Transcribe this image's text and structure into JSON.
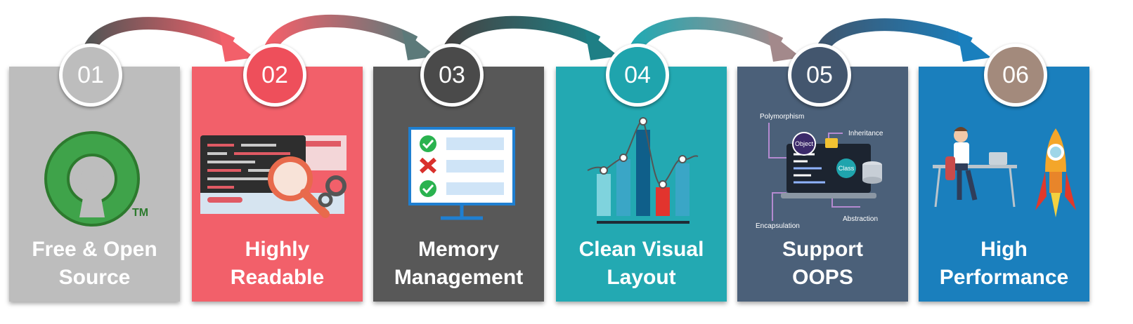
{
  "steps": [
    {
      "number": "01",
      "title_line1": "Free & Open",
      "title_line2": "Source",
      "card_color": "#bdbdbd",
      "badge_color": "#bdbdbd",
      "icon": "open-source-logo-icon",
      "tm": "TM"
    },
    {
      "number": "02",
      "title_line1": "Highly",
      "title_line2": "Readable",
      "card_color": "#f2606a",
      "badge_color": "#ee4f5b",
      "icon": "code-magnifier-icon"
    },
    {
      "number": "03",
      "title_line1": "Memory",
      "title_line2": "Management",
      "card_color": "#585858",
      "badge_color": "#4a4a4a",
      "icon": "monitor-checklist-icon"
    },
    {
      "number": "04",
      "title_line1": "Clean Visual",
      "title_line2": "Layout",
      "card_color": "#23a9b2",
      "badge_color": "#1fa4ad",
      "icon": "bar-chart-icon"
    },
    {
      "number": "05",
      "title_line1": "Support",
      "title_line2": "OOPS",
      "card_color": "#4b6079",
      "badge_color": "#43566e",
      "icon": "oops-laptop-icon",
      "labels": {
        "polymorphism": "Polymorphism",
        "inheritance": "Inheritance",
        "encapsulation": "Encapsulation",
        "abstraction": "Abstraction",
        "object": "Object",
        "class": "Class"
      }
    },
    {
      "number": "06",
      "title_line1": "High",
      "title_line2": "Performance",
      "card_color": "#1a7fbd",
      "badge_color": "#a38a7c",
      "icon": "rocket-laptop-icon"
    }
  ],
  "arrow_colors": [
    [
      "#555555",
      "#f2606a"
    ],
    [
      "#f2606a",
      "#5c7a7a"
    ],
    [
      "#444444",
      "#1e7f85"
    ],
    [
      "#23a9b2",
      "#a3898b"
    ],
    [
      "#3f5770",
      "#1a7fbd"
    ]
  ]
}
